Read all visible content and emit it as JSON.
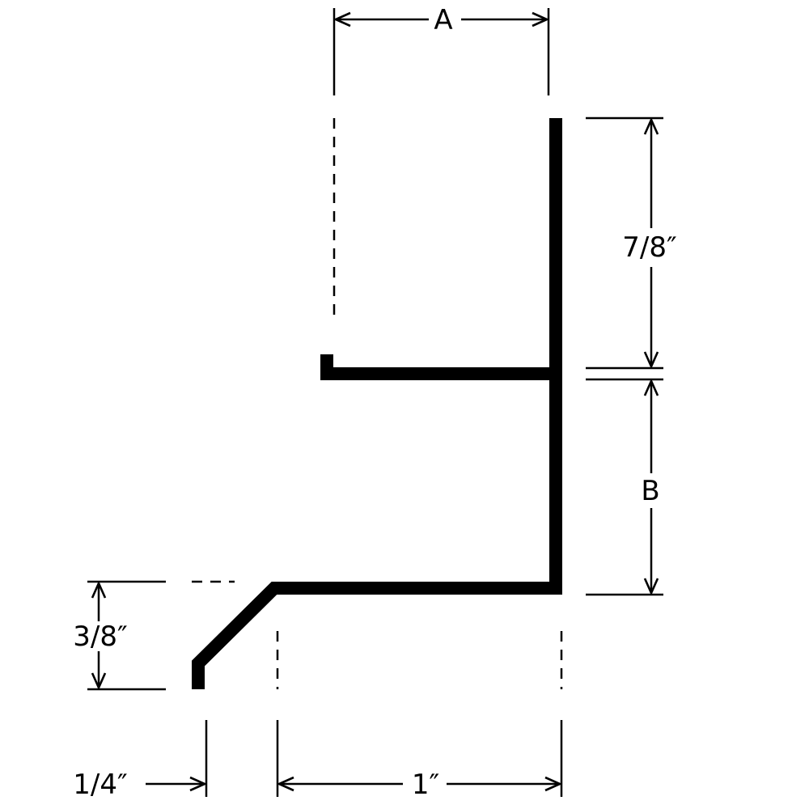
{
  "colors": {
    "stroke": "#000000",
    "background": "#ffffff"
  },
  "labels": {
    "a": "A",
    "top_height": "7/8″",
    "b": "B",
    "bottom_height": "3/8″",
    "bottom_width": "1″",
    "left_offset": "1/4″"
  }
}
